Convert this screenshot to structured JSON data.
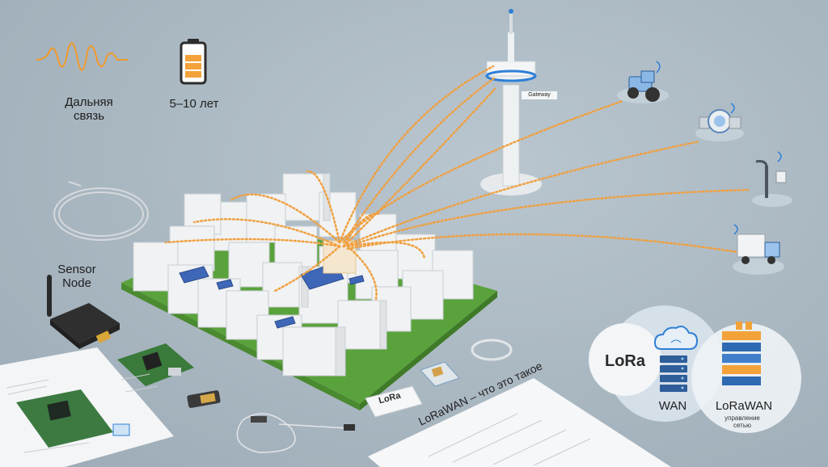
{
  "features": {
    "range_label": "Дальняя\nсвязь",
    "battery_label": "5–10 лет"
  },
  "gateway": {
    "label": "Gateway"
  },
  "sensor": {
    "label": "Sensor\nNode"
  },
  "chip_label": "LoRa",
  "stack": {
    "lora": "LoRa",
    "wan": "WAN",
    "lorawan": "LoRaWAN",
    "management": "управление\nсетью"
  },
  "document": {
    "title": "LoRaWAN – что это такое"
  },
  "colors": {
    "background": "#a9b7c1",
    "signal": "#f0a040",
    "grass": "#5aa23c",
    "accent_blue": "#2d7fd6",
    "battery_fill": "#f3a23a"
  },
  "devices": [
    "tractor-icon",
    "water-meter-icon",
    "street-light-icon",
    "truck-icon"
  ]
}
